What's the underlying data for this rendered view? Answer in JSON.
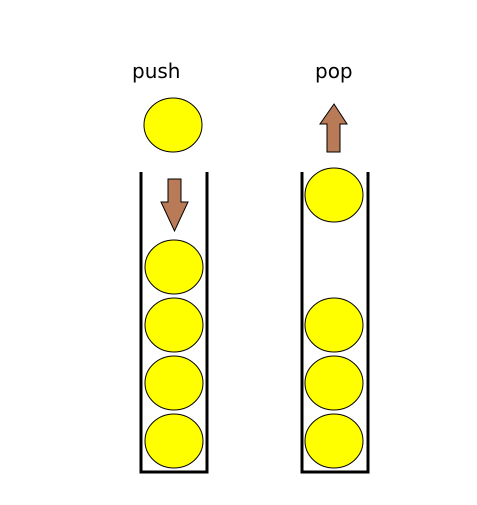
{
  "labels": {
    "push": "push",
    "pop": "pop"
  },
  "colors": {
    "ball_fill": "#ffff00",
    "ball_stroke": "#000000",
    "arrow_fill": "#b97a57",
    "arrow_stroke": "#000000",
    "container_stroke": "#000000",
    "background": "#ffffff"
  },
  "stacks": {
    "push": {
      "balls_inside": 4,
      "incoming_ball": true,
      "arrow": "down-arrow"
    },
    "pop": {
      "balls_inside": 3,
      "top_ball_leaving": true,
      "arrow": "up-arrow"
    }
  }
}
